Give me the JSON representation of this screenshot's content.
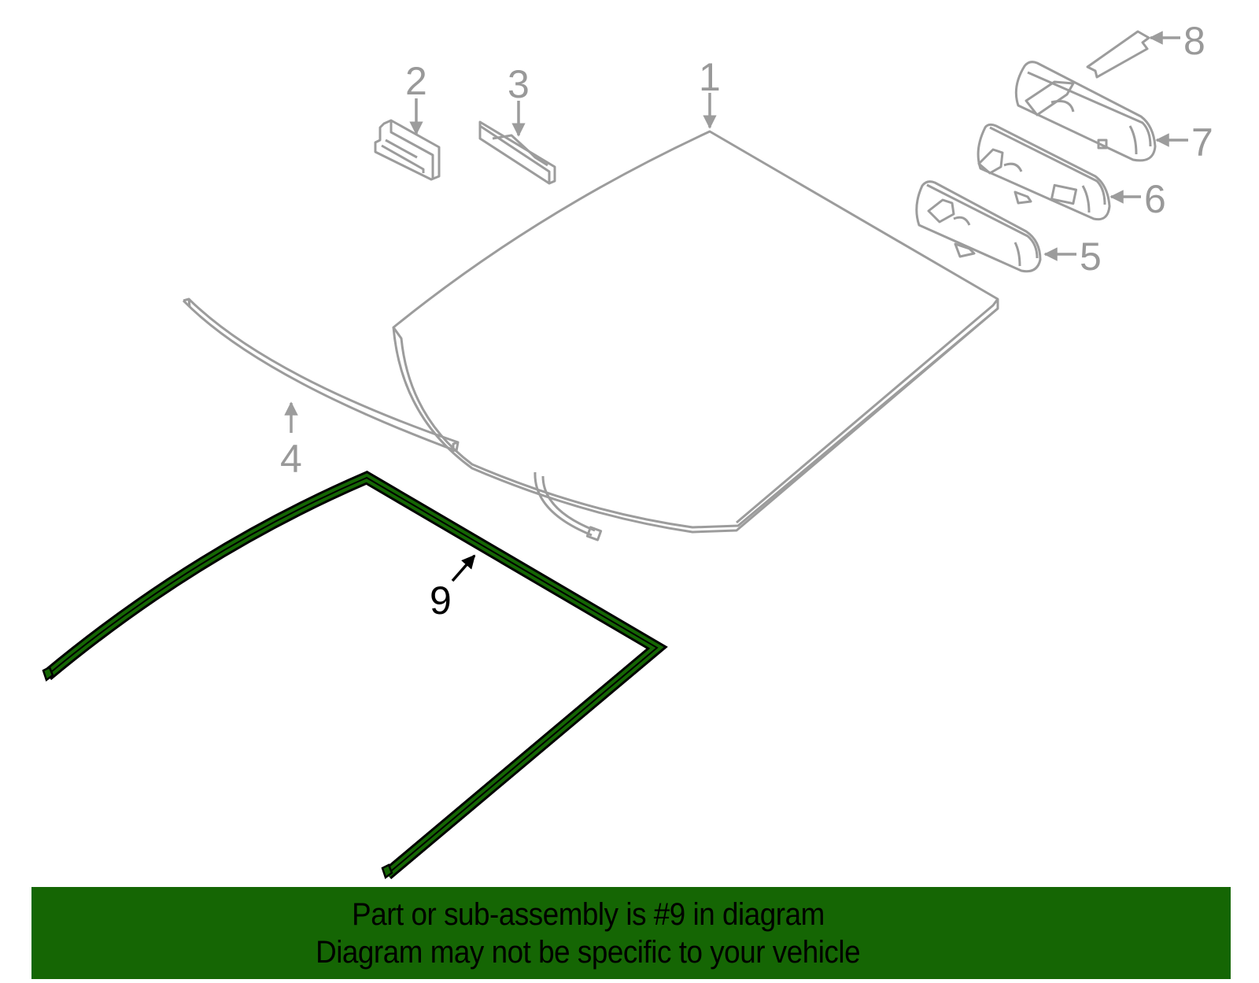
{
  "diagram": {
    "colors": {
      "line_gray": "#9c9c9c",
      "highlight_fill": "#156604",
      "highlight_stroke": "#000000",
      "banner_bg": "#156604",
      "banner_text": "#000000"
    },
    "selected_part": "9",
    "callouts": [
      {
        "number": "1",
        "part": "windshield"
      },
      {
        "number": "2",
        "part": "clip"
      },
      {
        "number": "3",
        "part": "clip"
      },
      {
        "number": "4",
        "part": "lower-molding"
      },
      {
        "number": "5",
        "part": "rear-view-mirror"
      },
      {
        "number": "6",
        "part": "rear-view-mirror"
      },
      {
        "number": "7",
        "part": "rear-view-mirror"
      },
      {
        "number": "8",
        "part": "mirror-cover"
      },
      {
        "number": "9",
        "part": "upper-molding"
      }
    ]
  },
  "banner": {
    "line1": "Part or sub-assembly is #9 in diagram",
    "line2": "Diagram may not be specific to your vehicle"
  }
}
